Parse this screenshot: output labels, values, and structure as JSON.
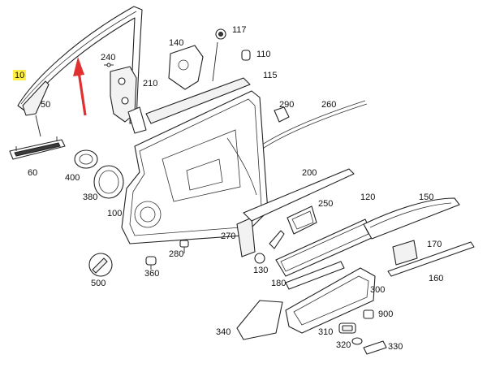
{
  "colors": {
    "highlight": "#ffee44",
    "arrow": "#e03030",
    "line": "#222222"
  },
  "callouts": [
    {
      "id": "10",
      "label": "10"
    },
    {
      "id": "50",
      "label": "50"
    },
    {
      "id": "60",
      "label": "60"
    },
    {
      "id": "100",
      "label": "100"
    },
    {
      "id": "110",
      "label": "110"
    },
    {
      "id": "115",
      "label": "115"
    },
    {
      "id": "117",
      "label": "117"
    },
    {
      "id": "120",
      "label": "120"
    },
    {
      "id": "130",
      "label": "130"
    },
    {
      "id": "140",
      "label": "140"
    },
    {
      "id": "150",
      "label": "150"
    },
    {
      "id": "160",
      "label": "160"
    },
    {
      "id": "170",
      "label": "170"
    },
    {
      "id": "180",
      "label": "180"
    },
    {
      "id": "200",
      "label": "200"
    },
    {
      "id": "210",
      "label": "210"
    },
    {
      "id": "240",
      "label": "240"
    },
    {
      "id": "250",
      "label": "250"
    },
    {
      "id": "260",
      "label": "260"
    },
    {
      "id": "270",
      "label": "270"
    },
    {
      "id": "280",
      "label": "280"
    },
    {
      "id": "290",
      "label": "290"
    },
    {
      "id": "300",
      "label": "300"
    },
    {
      "id": "310",
      "label": "310"
    },
    {
      "id": "320",
      "label": "320"
    },
    {
      "id": "330",
      "label": "330"
    },
    {
      "id": "340",
      "label": "340"
    },
    {
      "id": "360",
      "label": "360"
    },
    {
      "id": "380",
      "label": "380"
    },
    {
      "id": "400",
      "label": "400"
    },
    {
      "id": "500",
      "label": "500"
    },
    {
      "id": "900",
      "label": "900"
    }
  ],
  "highlighted_callout": "10"
}
